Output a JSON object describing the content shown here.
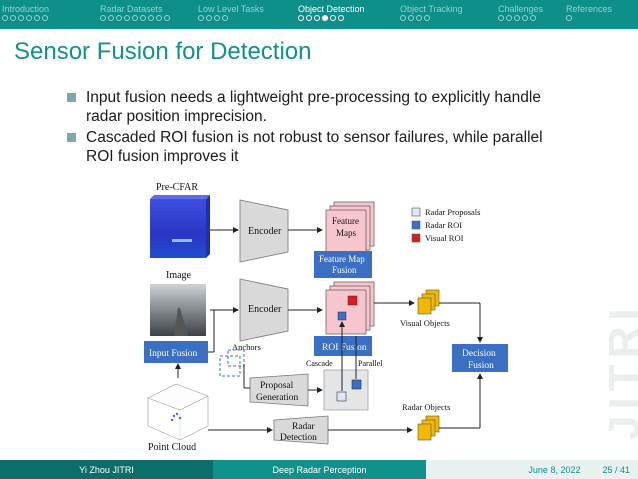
{
  "nav": {
    "sections": [
      {
        "label": "Introduction",
        "dots": 6,
        "filled": -1
      },
      {
        "label": "Radar Datasets",
        "dots": 9,
        "filled": -1
      },
      {
        "label": "Low Level Tasks",
        "dots": 4,
        "filled": -1
      },
      {
        "label": "Object Detection",
        "dots": 6,
        "filled": 3
      },
      {
        "label": "Object Tracking",
        "dots": 4,
        "filled": -1
      },
      {
        "label": "Challenges",
        "dots": 5,
        "filled": -1
      },
      {
        "label": "References",
        "dots": 1,
        "filled": -1
      }
    ],
    "active_index": 3
  },
  "slide": {
    "title": "Sensor Fusion for Detection",
    "bullets": [
      "Input fusion needs a lightweight pre-processing to explicitly handle radar position imprecision.",
      "Cascaded ROI fusion is not robust to sensor failures, while parallel ROI fusion improves it"
    ],
    "watermark": "JITRI"
  },
  "diagram": {
    "pre_cfar": "Pre-CFAR",
    "image": "Image",
    "point_cloud": "Point Cloud",
    "encoder1": "Encoder",
    "encoder2": "Encoder",
    "feature_maps_1": "Feature",
    "feature_maps_2": "Maps",
    "fm_fusion_1": "Feature Map",
    "fm_fusion_2": "Fusion",
    "input_fusion": "Input Fusion",
    "anchors": "Anchors",
    "roi_fusion": "ROI Fusion",
    "cascade": "Cascade",
    "parallel": "Parallel",
    "proposal_1": "Proposal",
    "proposal_2": "Generation",
    "radar_det_1": "Radar",
    "radar_det_2": "Detection",
    "visual_objects": "Visual Objects",
    "radar_objects": "Radar Objects",
    "decision_1": "Decision",
    "decision_2": "Fusion",
    "legend": [
      "Radar Proposals",
      "Radar ROI",
      "Visual ROI"
    ],
    "colors": {
      "teal": "#11918b",
      "blue": "#3b6fc4",
      "red": "#d81e1e",
      "pink": "#f6c6cf",
      "yellow": "#f2b800"
    }
  },
  "footer": {
    "author": "Yi Zhou  JITRI",
    "talk": "Deep Radar Perception",
    "date": "June 8, 2022",
    "page": "25 / 41"
  }
}
